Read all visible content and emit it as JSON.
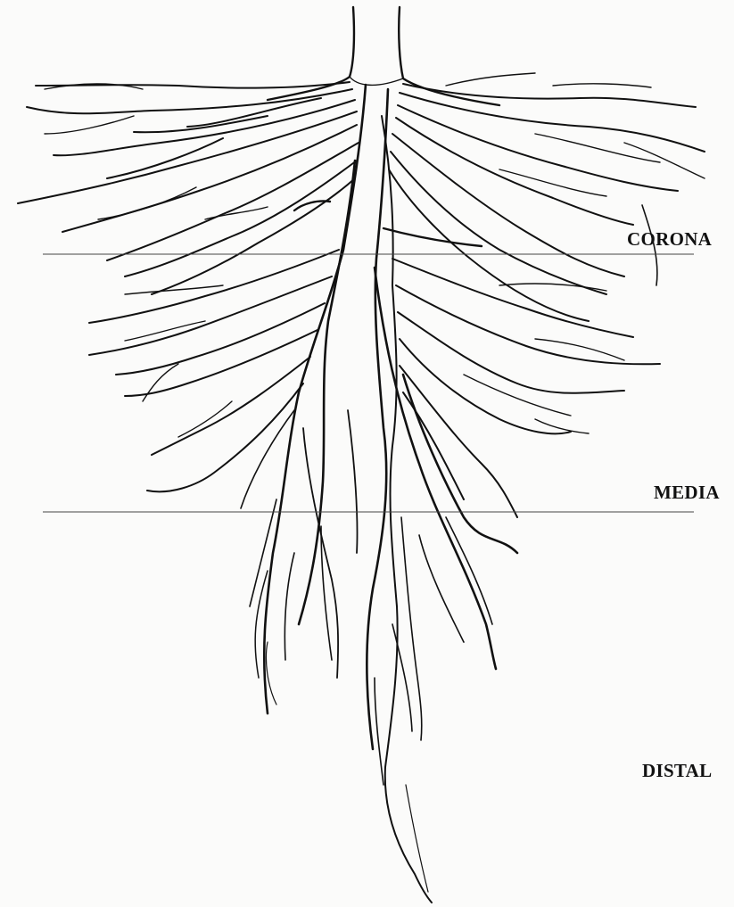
{
  "zones": {
    "corona": "CORONA",
    "media": "MEDIA",
    "distal": "DISTAL"
  },
  "colors": {
    "background": "#fbfbfa",
    "root_stroke": "#111111",
    "divider_line": "#444444"
  }
}
